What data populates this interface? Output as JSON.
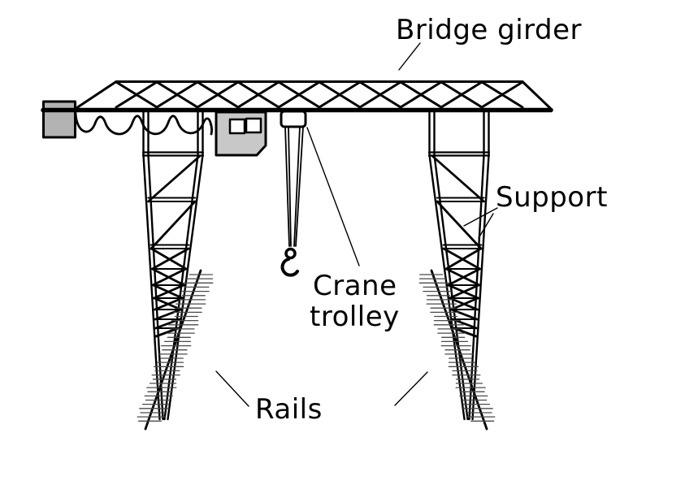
{
  "diagram": {
    "labels": {
      "bridge_girder": "Bridge girder",
      "support": "Support",
      "crane_trolley_line1": "Crane",
      "crane_trolley_line2": "trolley",
      "rails": "Rails"
    },
    "colors": {
      "line": "#000000",
      "equipment_box_fill": "#b3b3b3",
      "cabin_fill": "#c8c8c8",
      "window_fill": "#ffffff",
      "hatch": "#4a4a4a",
      "background": "#ffffff"
    }
  }
}
